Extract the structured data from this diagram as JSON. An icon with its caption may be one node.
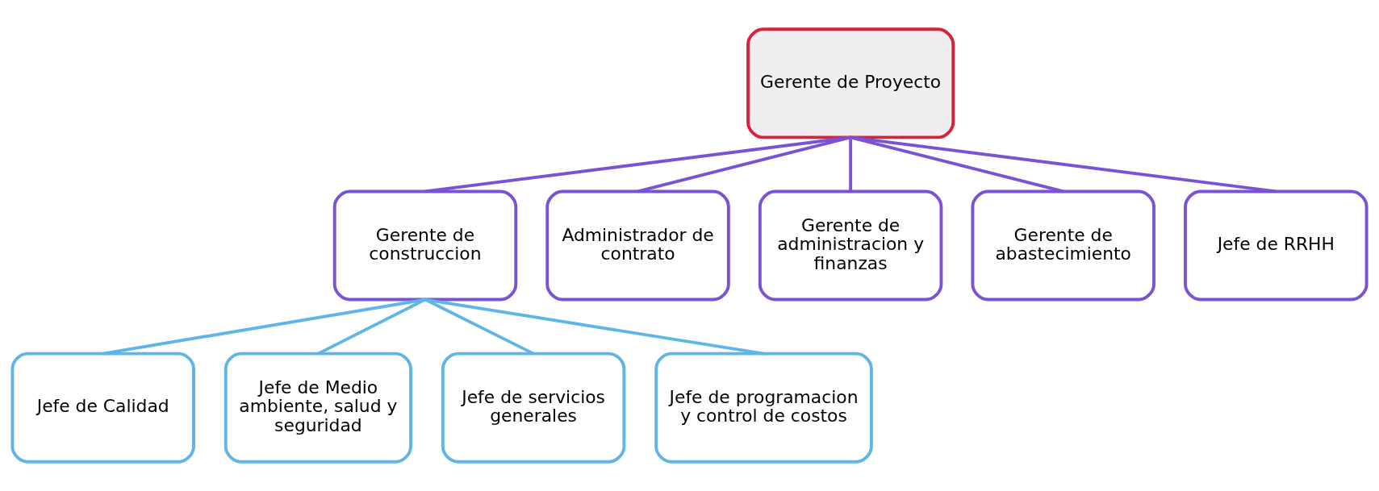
{
  "diagram": {
    "nodes": [
      {
        "text": [
          "Gerente de Proyecto"
        ]
      },
      {
        "text": [
          "Gerente de construccion"
        ]
      },
      {
        "text": [
          "Administrador de contrato"
        ]
      },
      {
        "text": [
          "Gerente de administracion y finanzas"
        ]
      },
      {
        "text": [
          "Gerente de abastecimiento"
        ]
      },
      {
        "text": [
          "Jefe de RRHH"
        ]
      },
      {
        "text": [
          "Jefe de Calidad"
        ]
      },
      {
        "text": [
          "Jefe de Medio ambiente, salud y seguridad"
        ]
      },
      {
        "text": [
          "Jefe de servicios generales"
        ]
      },
      {
        "text": [
          "Jefe de programacion y control de costos"
        ]
      }
    ],
    "edges": [
      {
        "from": 0,
        "to": 1,
        "arrow": "none"
      },
      {
        "from": 0,
        "to": 2,
        "arrow": "none"
      },
      {
        "from": 0,
        "to": 3,
        "arrow": "none"
      },
      {
        "from": 0,
        "to": 4,
        "arrow": "none"
      },
      {
        "from": 0,
        "to": 5,
        "arrow": "none"
      },
      {
        "from": 1,
        "to": 6,
        "arrow": "none",
        "color": "#5fb4e8"
      },
      {
        "from": 1,
        "to": 7,
        "arrow": "none",
        "color": "#5fb4e8"
      },
      {
        "from": 1,
        "to": 8,
        "arrow": "none",
        "color": "#5fb4e8"
      },
      {
        "from": 1,
        "to": 9,
        "arrow": "none",
        "color": "#5fb4e8"
      }
    ]
  }
}
